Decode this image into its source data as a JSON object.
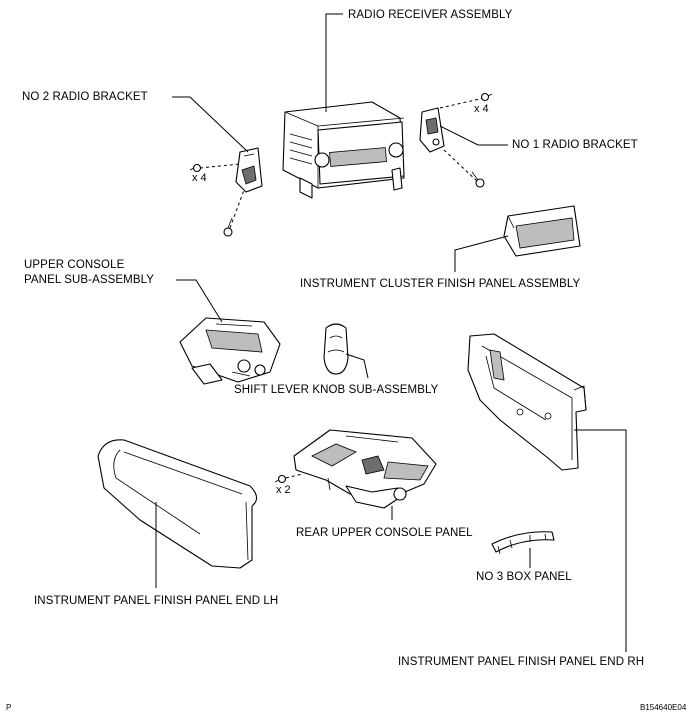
{
  "labels": {
    "radio_receiver": "RADIO RECEIVER ASSEMBLY",
    "no2_bracket": "NO  2 RADIO BRACKET",
    "no1_bracket": "NO  1 RADIO BRACKET",
    "cluster_finish": "INSTRUMENT CLUSTER FINISH PANEL ASSEMBLY",
    "upper_console_1": "UPPER CONSOLE",
    "upper_console_2": "PANEL SUB-ASSEMBLY",
    "shift_knob": "SHIFT LEVER KNOB SUB-ASSEMBLY",
    "rear_upper_console": "REAR UPPER CONSOLE PANEL",
    "no3_box": "NO  3 BOX PANEL",
    "panel_end_lh": "INSTRUMENT PANEL FINISH PANEL END LH",
    "panel_end_rh": "INSTRUMENT PANEL FINISH PANEL END RH"
  },
  "quantities": {
    "screws_left": "x 4",
    "screws_right": "x 4",
    "screws_console": "x 2"
  },
  "corner": {
    "left": "P",
    "right": "B154640E04"
  },
  "icons": [
    "screw-icon"
  ]
}
